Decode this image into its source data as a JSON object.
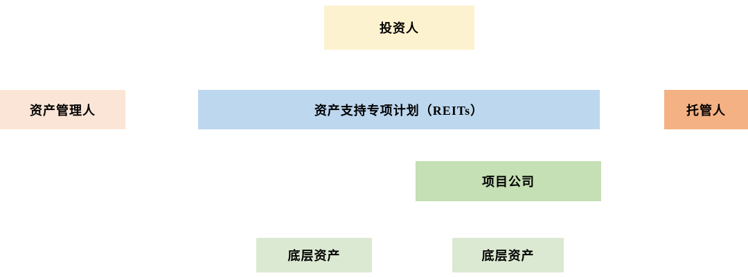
{
  "diagram": {
    "description": "REITs structure diagram",
    "nodes": {
      "investor": {
        "label": "投资人",
        "fill": "#FDF2CF"
      },
      "asset_manager": {
        "label": "资产管理人",
        "fill": "#FBE5D6"
      },
      "reits_plan": {
        "label": "资产支持专项计划（REITs）",
        "fill": "#BDD7EE"
      },
      "custodian": {
        "label": "托管人",
        "fill": "#F4B183"
      },
      "project_company": {
        "label": "项目公司",
        "fill": "#C5E0B4"
      },
      "underlying_asset_left": {
        "label": "底层资产",
        "fill": "#DCE9D2"
      },
      "underlying_asset_right": {
        "label": "底层资产",
        "fill": "#DCE9D2"
      }
    }
  }
}
